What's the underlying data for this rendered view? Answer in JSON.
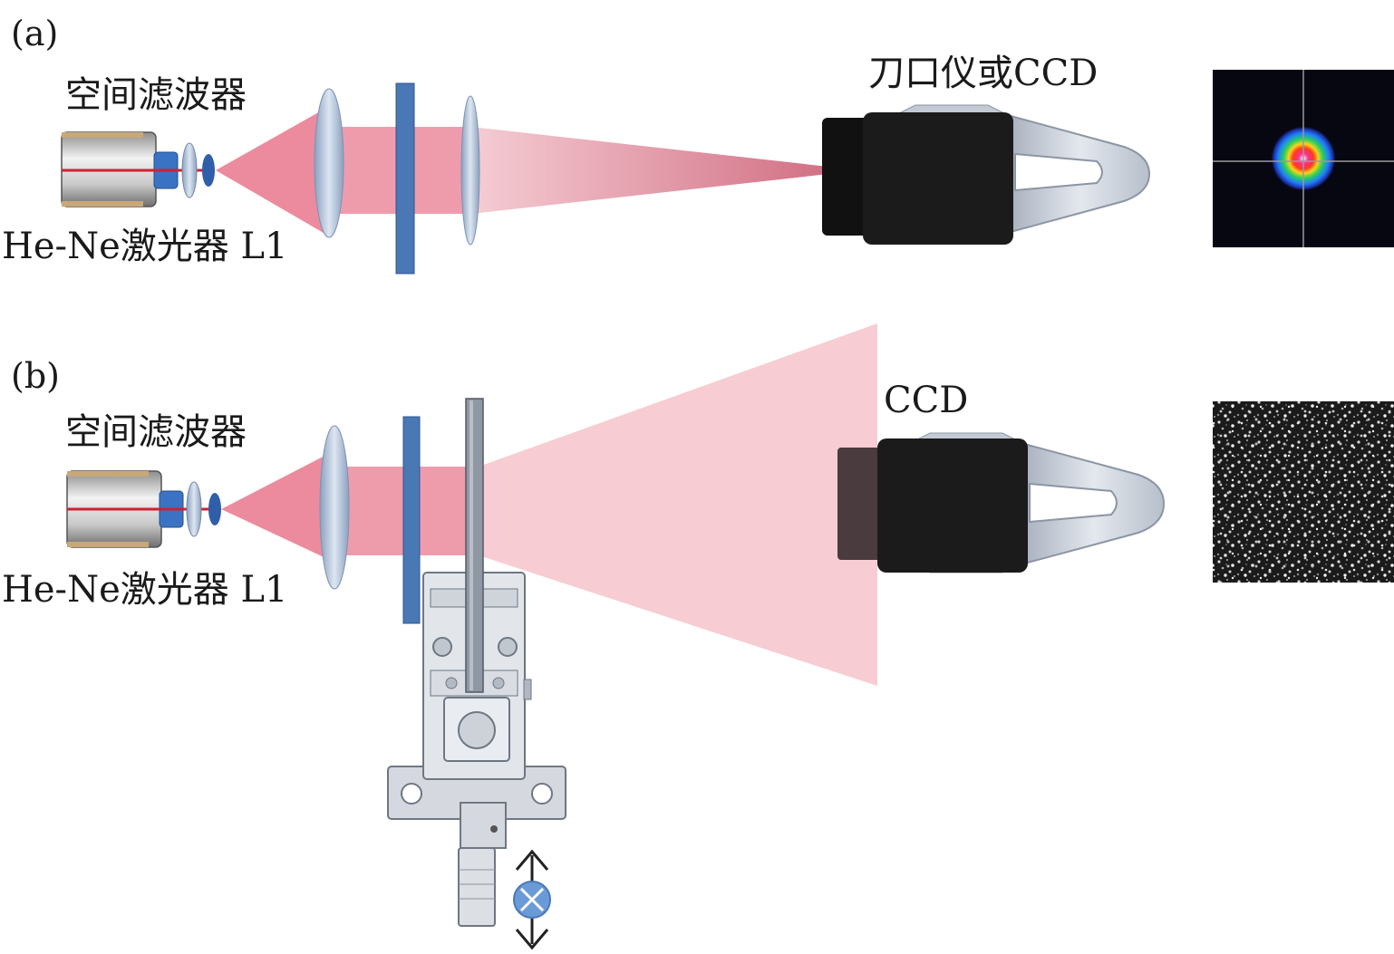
{
  "panel_a": {
    "tag": "(a)",
    "spatial_filter_label": "空间滤波器",
    "laser_label": "He-Ne激光器 L1",
    "detector_label": "刀口仪或CCD",
    "inset": "beam-spot-intensity-profile"
  },
  "panel_b": {
    "tag": "(b)",
    "spatial_filter_label": "空间滤波器",
    "laser_label": "He-Ne激光器 L1",
    "detector_label": "CCD",
    "inset": "speckle-pattern",
    "translation_direction": "up-down"
  },
  "colors": {
    "beam": "#e8778c",
    "beam_light": "#f6c3cb",
    "mount_blue": "#4a78b5",
    "lens": "#b9c9dd",
    "camera_body": "#1b1b1b",
    "bracket": "#c4cad5"
  }
}
